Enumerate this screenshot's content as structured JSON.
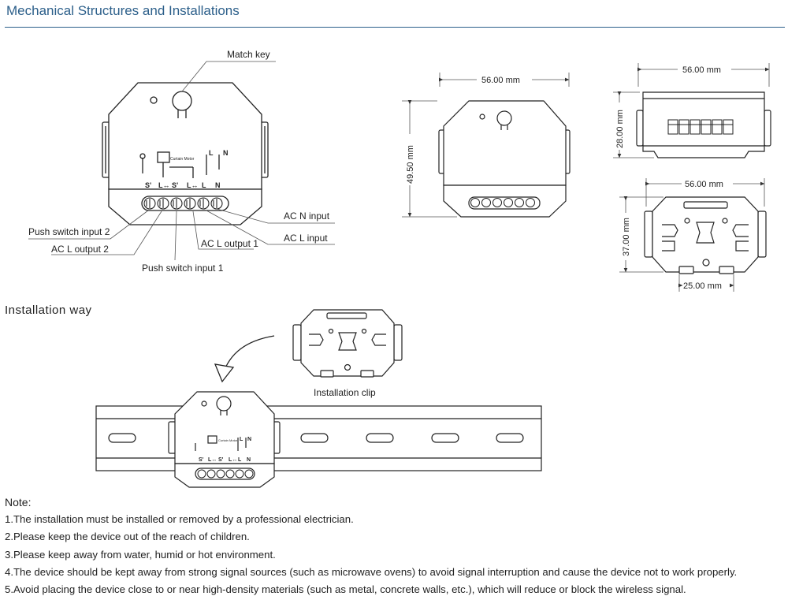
{
  "header": {
    "title": "Mechanical Structures and Installations"
  },
  "front_view": {
    "callouts": {
      "match_key": "Match key",
      "ac_n_input": "AC N input",
      "ac_l_input": "AC L input",
      "ac_l_output_1": "AC L output 1",
      "push_switch_input_1": "Push switch input 1",
      "push_switch_input_2": "Push switch input 2",
      "ac_l_output_2": "AC L output 2"
    },
    "wiring": {
      "curtain_motor": "Curtain Motor",
      "top_l": "L",
      "top_n": "N",
      "terminals": [
        "S'",
        "L↔",
        "S'",
        "L↔",
        "L",
        "N"
      ]
    }
  },
  "dimensions": {
    "front_width": "56.00 mm",
    "front_height": "49.50 mm",
    "side_width": "56.00 mm",
    "side_height": "28.00 mm",
    "clip_width": "56.00 mm",
    "clip_height": "37.00 mm",
    "clip_slot": "25.00 mm"
  },
  "installation": {
    "title": "Installation way",
    "clip_label": "Installation clip",
    "mini_curtain_motor": "Curtain Motor",
    "mini_l": "L",
    "mini_n": "N",
    "mini_terminals": [
      "S'",
      "L↔",
      "S'",
      "L↔",
      "L",
      "N"
    ]
  },
  "notes": {
    "heading": "Note:",
    "items": [
      "1.The installation must be installed or removed by a professional electrician.",
      "2.Please keep the device out of the reach of children.",
      "3.Please keep away from water, humid or hot environment.",
      "4.The device should be kept away from strong signal sources (such as microwave ovens) to avoid signal interruption and cause the device not to work properly.",
      "5.Avoid placing the device close to or near high-density materials (such as metal, concrete walls, etc.), which will reduce or block the wireless signal."
    ]
  }
}
